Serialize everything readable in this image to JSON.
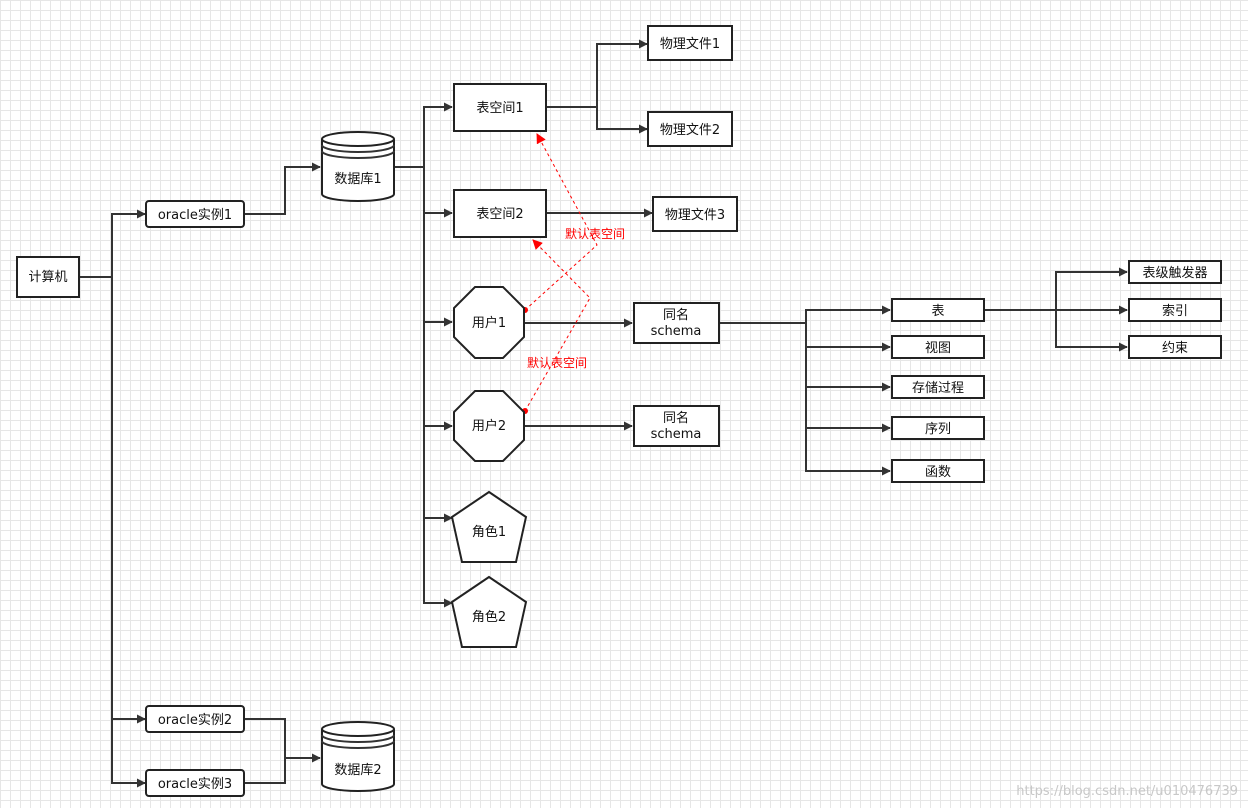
{
  "nodes": {
    "computer": "计算机",
    "instance1": "oracle实例1",
    "instance2": "oracle实例2",
    "instance3": "oracle实例3",
    "db1": "数据库1",
    "db2": "数据库2",
    "ts1": "表空间1",
    "ts2": "表空间2",
    "file1": "物理文件1",
    "file2": "物理文件2",
    "file3": "物理文件3",
    "user1": "用户1",
    "user2": "用户2",
    "role1": "角色1",
    "role2": "角色2",
    "schema1": [
      "同名",
      "schema"
    ],
    "schema2": [
      "同名",
      "schema"
    ],
    "table": "表",
    "view": "视图",
    "procedure": "存储过程",
    "sequence": "序列",
    "function": "函数",
    "trigger": "表级触发器",
    "index": "索引",
    "constraint": "约束"
  },
  "annotations": {
    "default_ts_1": "默认表空间",
    "default_ts_2": "默认表空间"
  },
  "watermark": "https://blog.csdn.net/u010476739",
  "colors": {
    "line": "#333333",
    "node_border": "#222222",
    "annotation": "#ff0000",
    "grid": "#e6e6e6"
  }
}
